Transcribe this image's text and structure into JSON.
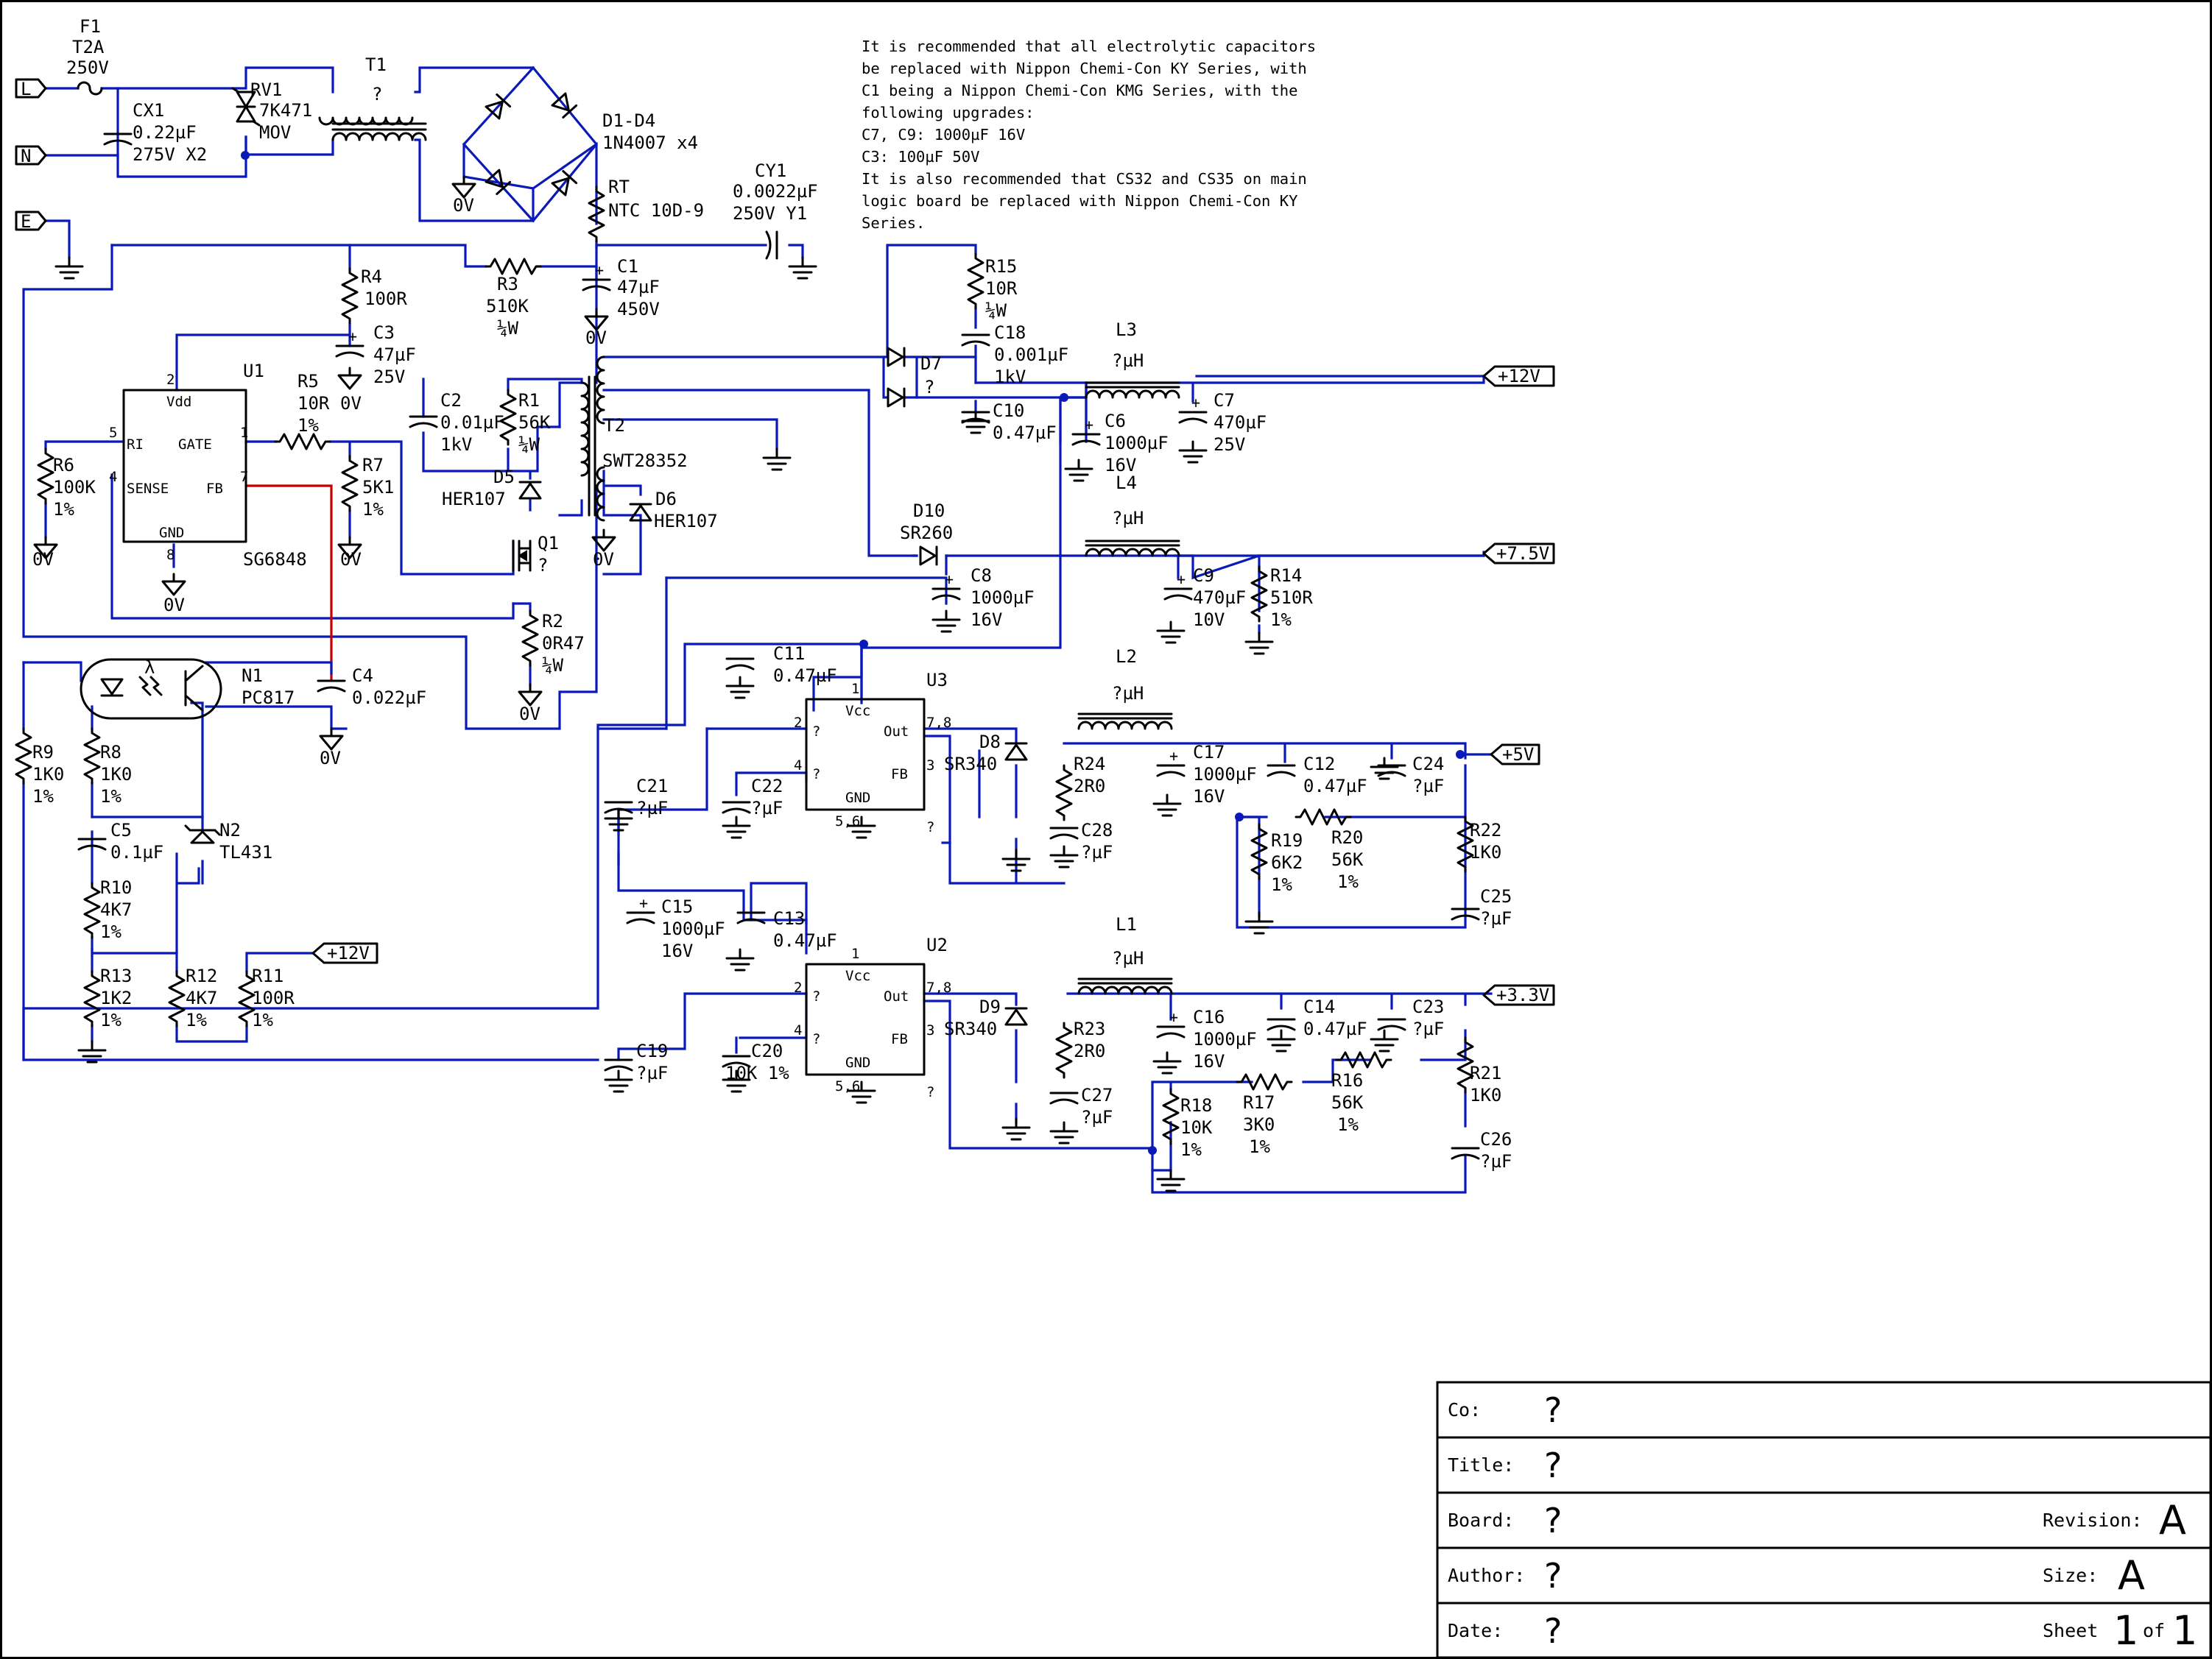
{
  "notes": [
    "It is recommended that all electrolytic capacitors",
    "be replaced with Nippon Chemi-Con KY Series, with",
    "C1 being a Nippon Chemi-Con KMG Series, with the",
    "following upgrades:",
    "C7, C9: 1000µF 16V",
    "C3: 100µF 50V",
    "It is also recommended that CS32 and CS35 on main",
    "logic board be replaced with Nippon Chemi-Con KY",
    "Series."
  ],
  "ports": {
    "L": "L",
    "N": "N",
    "E": "E",
    "p12v": "+12V",
    "p75v": "+7.5V",
    "p5v": "+5V",
    "p33v": "+3.3V",
    "fb12v": "+12V"
  },
  "grounds": {
    "zero": "0V"
  },
  "titleblock": {
    "co_label": "Co:",
    "co": "?",
    "title_label": "Title:",
    "title": "?",
    "board_label": "Board:",
    "board": "?",
    "author_label": "Author:",
    "author": "?",
    "date_label": "Date:",
    "date": "?",
    "revision_label": "Revision:",
    "revision": "A",
    "size_label": "Size:",
    "size": "A",
    "sheet_label": "Sheet",
    "sheet": "1",
    "of_label": "of",
    "sheets": "1"
  },
  "parts": {
    "F1": [
      "F1",
      "T2A",
      "250V"
    ],
    "RV1": [
      "RV1",
      "7K471",
      "MOV"
    ],
    "CX1": [
      "CX1",
      "0.22µF",
      "275V X2"
    ],
    "T1": [
      "T1",
      "?"
    ],
    "D1D4": [
      "D1-D4",
      "1N4007 x4"
    ],
    "RT": [
      "RT",
      "NTC 10D-9"
    ],
    "CY1": [
      "CY1",
      "0.0022µF",
      "250V Y1"
    ],
    "R4": [
      "R4",
      "100R"
    ],
    "R3": [
      "R3",
      "510K",
      "¼W"
    ],
    "C1": [
      "C1",
      "47µF",
      "450V"
    ],
    "C3": [
      "C3",
      "47µF",
      "25V"
    ],
    "U1": [
      "U1"
    ],
    "U1pins": {
      "vdd": "Vdd",
      "ri": "RI",
      "gate": "GATE",
      "sense": "SENSE",
      "fb": "FB",
      "gnd": "GND",
      "p2": "2",
      "p5": "5",
      "p1": "1",
      "p4": "4",
      "p7": "7",
      "p8": "8"
    },
    "SG6848": [
      "SG6848"
    ],
    "R5": [
      "R5",
      "10R",
      "1%"
    ],
    "R6": [
      "R6",
      "100K",
      "1%"
    ],
    "R7": [
      "R7",
      "5K1",
      "1%"
    ],
    "C2": [
      "C2",
      "0.01µF",
      "1kV"
    ],
    "R1": [
      "R1",
      "56K",
      "¼W"
    ],
    "D5": [
      "D5",
      "HER107"
    ],
    "T2": [
      "T2",
      "SWT28352"
    ],
    "D6": [
      "D6",
      "HER107"
    ],
    "Q1": [
      "Q1",
      "?"
    ],
    "R2": [
      "R2",
      "0R47",
      "¼W"
    ],
    "N1": [
      "N1",
      "PC817"
    ],
    "C4": [
      "C4",
      "0.022µF"
    ],
    "R9": [
      "R9",
      "1K0",
      "1%"
    ],
    "R8": [
      "R8",
      "1K0",
      "1%"
    ],
    "C5": [
      "C5",
      "0.1µF"
    ],
    "N2": [
      "N2",
      "TL431"
    ],
    "R10": [
      "R10",
      "4K7",
      "1%"
    ],
    "R13": [
      "R13",
      "1K2",
      "1%"
    ],
    "R12": [
      "R12",
      "4K7",
      "1%"
    ],
    "R11": [
      "R11",
      "100R",
      "1%"
    ],
    "R15": [
      "R15",
      "10R",
      "¼W"
    ],
    "C18": [
      "C18",
      "0.001µF",
      "1kV"
    ],
    "D7": [
      "D7",
      "?"
    ],
    "C10": [
      "C10",
      "0.47µF"
    ],
    "C6": [
      "C6",
      "1000µF",
      "16V"
    ],
    "L3": [
      "L3",
      "?µH"
    ],
    "C7": [
      "C7",
      "470µF",
      "25V"
    ],
    "D10": [
      "D10",
      "SR260"
    ],
    "L4": [
      "L4",
      "?µH"
    ],
    "C8": [
      "C8",
      "1000µF",
      "16V"
    ],
    "C9": [
      "C9",
      "470µF",
      "10V"
    ],
    "R14": [
      "R14",
      "510R",
      "1%"
    ],
    "C11": [
      "C11",
      "0.47µF"
    ],
    "U3": [
      "U3"
    ],
    "U3pins": {
      "vcc": "Vcc",
      "out": "Out",
      "fb": "FB",
      "gnd": "GND",
      "q1": "?",
      "q2": "?",
      "p1": "1",
      "p2": "2",
      "p4": "4",
      "p78": "7,8",
      "p3": "3",
      "p56": "5,6",
      "fbq": "?"
    },
    "L2": [
      "L2",
      "?µH"
    ],
    "D8": [
      "D8",
      "SR340"
    ],
    "R24": [
      "R24",
      "2R0"
    ],
    "C28": [
      "C28",
      "?µF"
    ],
    "C17": [
      "C17",
      "1000µF",
      "16V"
    ],
    "C12": [
      "C12",
      "0.47µF"
    ],
    "C24": [
      "C24",
      "?µF"
    ],
    "C21": [
      "C21",
      "?µF"
    ],
    "C22": [
      "C22",
      "?µF"
    ],
    "R19": [
      "R19",
      "6K2",
      "1%"
    ],
    "R20": [
      "R20",
      "56K",
      "1%"
    ],
    "R22": [
      "R22",
      "1K0"
    ],
    "C25": [
      "C25",
      "?µF"
    ],
    "C15": [
      "C15",
      "1000µF",
      "16V"
    ],
    "C13": [
      "C13",
      "0.47µF"
    ],
    "U2": [
      "U2"
    ],
    "U2pins": {
      "vcc": "Vcc",
      "out": "Out",
      "fb": "FB",
      "gnd": "GND",
      "q1": "?",
      "q2": "?",
      "p1": "1",
      "p2": "2",
      "p4": "4",
      "p78": "7,8",
      "p3": "3",
      "p56": "5,6",
      "fbq": "?"
    },
    "L1": [
      "L1",
      "?µH"
    ],
    "D9": [
      "D9",
      "SR340"
    ],
    "R23": [
      "R23",
      "2R0"
    ],
    "C27": [
      "C27",
      "?µF"
    ],
    "C16": [
      "C16",
      "1000µF",
      "16V"
    ],
    "C14": [
      "C14",
      "0.47µF"
    ],
    "C23": [
      "C23",
      "?µF"
    ],
    "C19": [
      "C19",
      "?µF"
    ],
    "C20": [
      "C20",
      "10K 1%"
    ],
    "R18": [
      "R18",
      "10K",
      "1%"
    ],
    "R17": [
      "R17",
      "3K0",
      "1%"
    ],
    "R16": [
      "R16",
      "56K",
      "1%"
    ],
    "R21": [
      "R21",
      "1K0"
    ],
    "C26": [
      "C26",
      "?µF"
    ]
  }
}
